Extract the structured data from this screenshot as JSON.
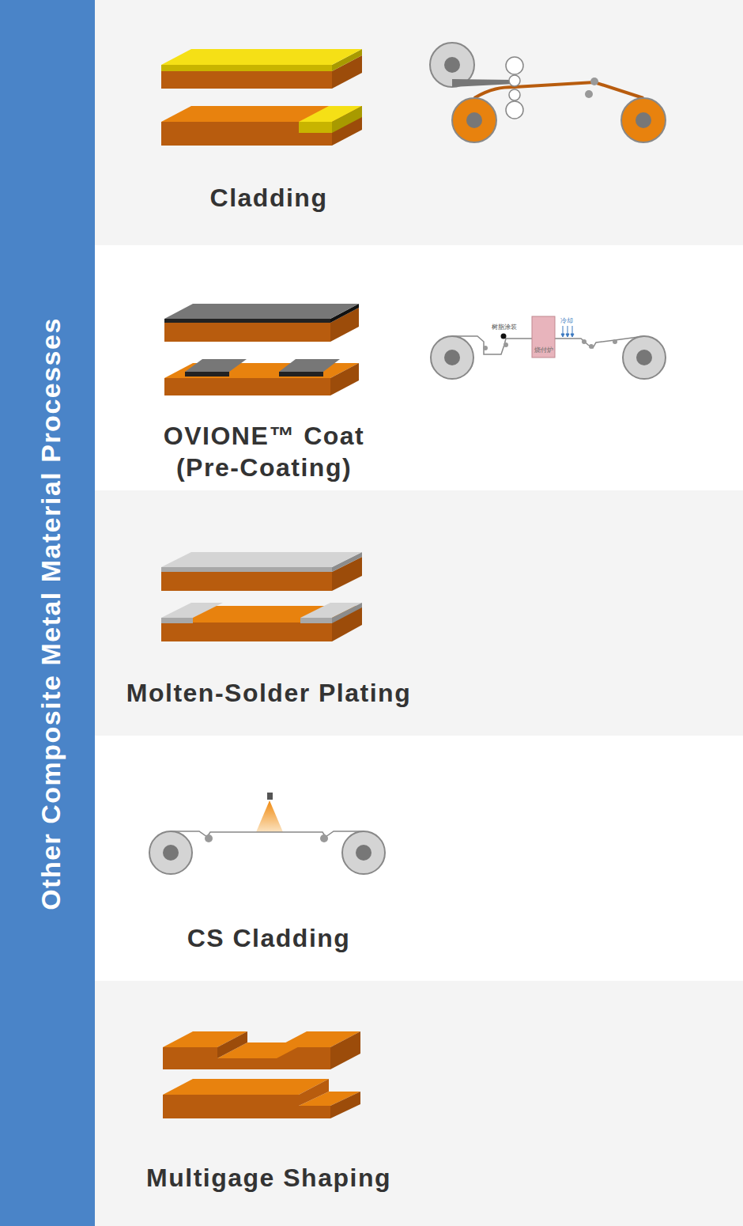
{
  "diagram": {
    "title": "Other Composite Metal Material Processes",
    "nodes": [
      {
        "text": [
          "Cladding"
        ]
      },
      {
        "text": [
          "OVIONE™ Coat (Pre-Coating)"
        ]
      },
      {
        "text": [
          "Molten-Solder Plating"
        ]
      },
      {
        "text": [
          "CS Cladding"
        ]
      },
      {
        "text": [
          "Multigage Shaping"
        ]
      }
    ],
    "labels": [
      "树脂涂装",
      "烧付炉",
      "冷却"
    ]
  }
}
